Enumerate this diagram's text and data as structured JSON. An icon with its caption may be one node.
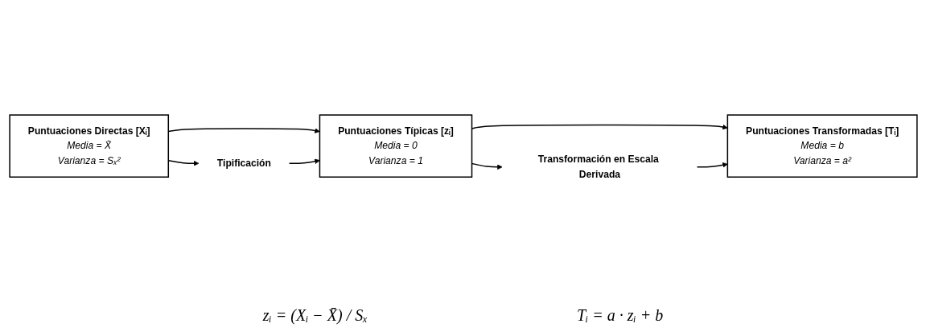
{
  "diagram": {
    "nodes": [
      {
        "text": [
          "Puntuaciones Directas [Xᵢ]",
          "Media = X̄",
          "Varianza = Sₓ²"
        ]
      },
      {
        "text": [
          "Puntuaciones Típicas [zᵢ]",
          "Media = 0",
          "Varianza = 1"
        ]
      },
      {
        "text": [
          "Puntuaciones Transformadas [Tᵢ]",
          "Media = b",
          "Varianza = a²"
        ]
      },
      {
        "text": [
          "Tipificación"
        ]
      },
      {
        "text": [
          "Transformación en Escala Derivada"
        ]
      }
    ],
    "edges": [
      {
        "from": 0,
        "to": 1,
        "arrow": "to"
      },
      {
        "from": 1,
        "to": 2,
        "arrow": "to"
      },
      {
        "from": 0,
        "to": 3,
        "arrow": "to"
      },
      {
        "from": 3,
        "to": 1,
        "arrow": "to"
      },
      {
        "from": 1,
        "to": 4,
        "arrow": "to"
      },
      {
        "from": 4,
        "to": 2,
        "arrow": "to"
      }
    ],
    "labels": [
      "zᵢ = (Xᵢ − X̄) / Sₓ",
      "Tᵢ = a · zᵢ + b"
    ]
  }
}
